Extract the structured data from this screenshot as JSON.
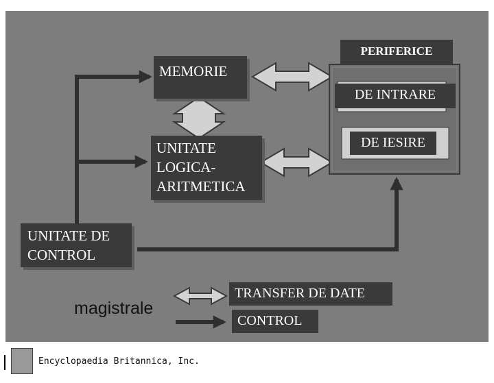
{
  "diagram": {
    "nodes": {
      "memorie": "MEMORIE",
      "ual": [
        "UNITATE",
        "LOGICA-",
        "ARITMETICA"
      ],
      "control": [
        "UNITATE DE",
        "CONTROL"
      ],
      "periferice": "PERIFERICE",
      "de_intrare": "DE INTRARE",
      "de_iesire": "DE IESIRE"
    },
    "legend": {
      "title": "magistrale",
      "data_transfer": "TRANSFER DE DATE",
      "control": "CONTROL"
    }
  },
  "credit": {
    "text": "Encyclopaedia Britannica, Inc."
  },
  "colors": {
    "background": "#7d7d7d",
    "box": "#3a3a3a",
    "arrow_line": "#2f2f2f",
    "double_arrow_fill": "#d2d2d2"
  }
}
